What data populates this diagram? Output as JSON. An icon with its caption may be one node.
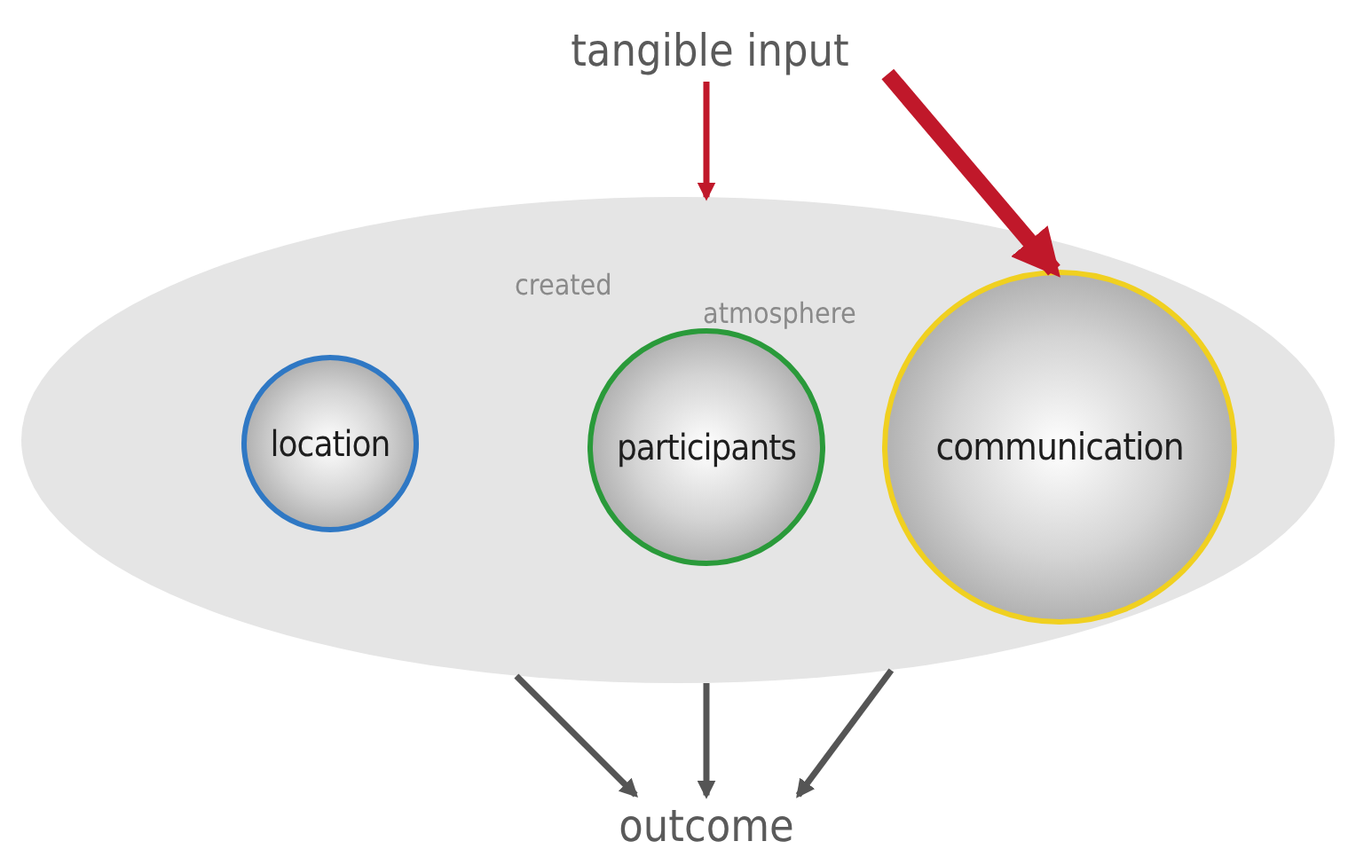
{
  "diagram": {
    "nodes": [
      {
        "text": [
          "tangible input"
        ]
      },
      {
        "text": [
          "created",
          "atmosphere"
        ]
      },
      {
        "text": [
          "location"
        ],
        "in": 1
      },
      {
        "text": [
          "participants"
        ],
        "in": 1
      },
      {
        "text": [
          "communication"
        ],
        "in": 1
      },
      {
        "text": [
          "outcome"
        ]
      }
    ],
    "edges": [
      {
        "from": 0,
        "to": 1,
        "arrow": "to",
        "color": "#c0182a"
      },
      {
        "from": 0,
        "to": 4,
        "arrow": "to",
        "style": "thick",
        "color": "#c0182a"
      },
      {
        "from": 1,
        "to": 5,
        "arrow": "to"
      },
      {
        "from": 1,
        "to": 5,
        "arrow": "to"
      },
      {
        "from": 1,
        "to": 5,
        "arrow": "to"
      }
    ]
  }
}
